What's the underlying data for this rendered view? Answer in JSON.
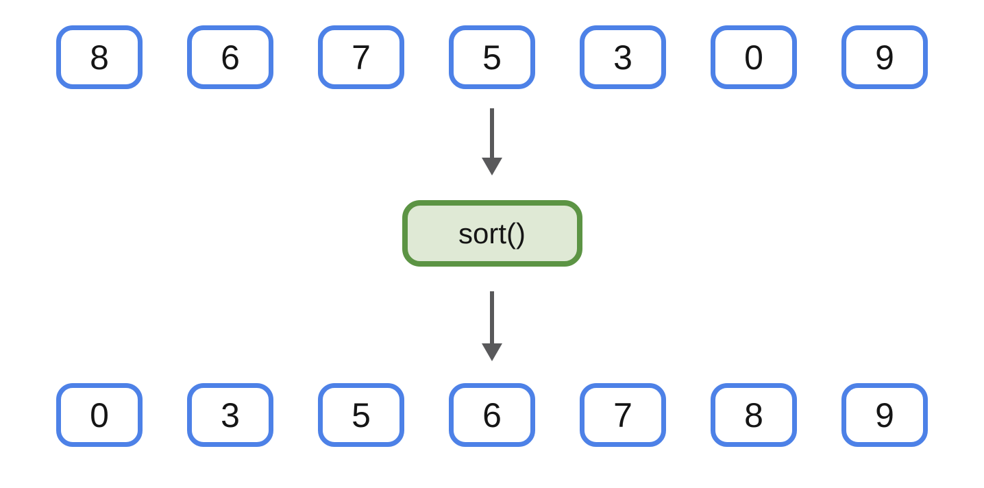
{
  "colors": {
    "box_border": "#4D81E7",
    "box_fill": "#FFFFFF",
    "op_border": "#5C9444",
    "op_fill": "#DFE9D5",
    "arrow": "#59595B",
    "text": "#151515",
    "canvas_bg": "#FFFFFF"
  },
  "input_array": {
    "values": [
      "8",
      "6",
      "7",
      "5",
      "3",
      "0",
      "9"
    ]
  },
  "operation": {
    "label": "sort()"
  },
  "output_array": {
    "values": [
      "0",
      "3",
      "5",
      "6",
      "7",
      "8",
      "9"
    ]
  }
}
